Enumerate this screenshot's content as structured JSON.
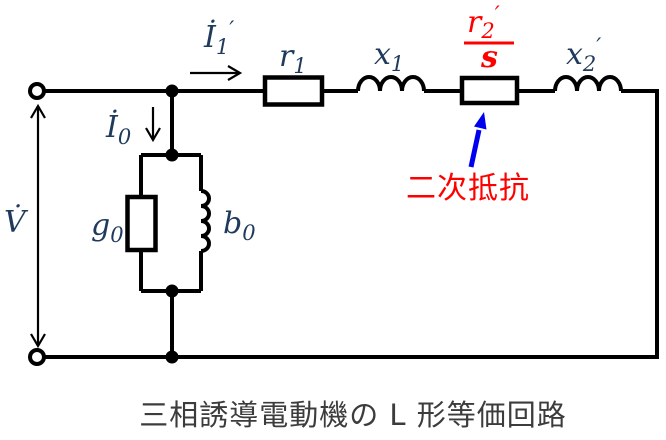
{
  "colors": {
    "wire": "#000000",
    "component_label": "#1f3a5c",
    "highlight": "#ff0000",
    "arrow": "#0000ee",
    "caption_text": "#3c3c3c",
    "background": "#ffffff"
  },
  "circuit": {
    "voltage": {
      "base": "V̇"
    },
    "primary_current": {
      "base": "İ",
      "sub": "1",
      "sup": "′"
    },
    "exciting_current": {
      "base": "İ",
      "sub": "0"
    },
    "primary_resistance": {
      "base": "r",
      "sub": "1"
    },
    "primary_reactance": {
      "base": "x",
      "sub": "1"
    },
    "secondary_resistance": {
      "numerator": {
        "base": "r",
        "sub": "2",
        "sup": "′"
      },
      "denominator": "s"
    },
    "secondary_reactance": {
      "base": "x",
      "sub": "2",
      "sup": "′"
    },
    "exciting_conductance": {
      "base": "g",
      "sub": "0"
    },
    "exciting_susceptance": {
      "base": "b",
      "sub": "0"
    },
    "annotation_label": "二次抵抗"
  },
  "caption": "三相誘導電動機の L 形等価回路"
}
